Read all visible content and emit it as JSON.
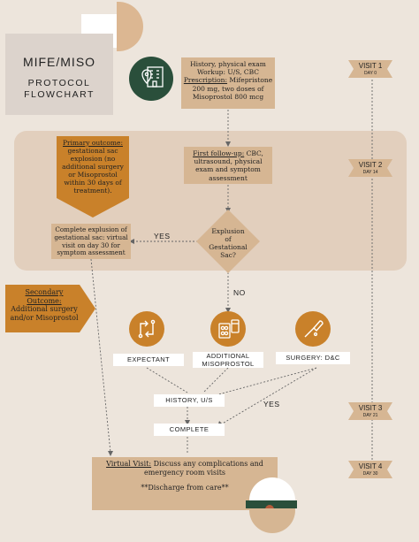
{
  "title": {
    "line1": "MIFE/MISO",
    "line2": "PROTOCOL",
    "line3": "FLOWCHART"
  },
  "visits": [
    {
      "label": "VISIT 1",
      "day": "DAY 0"
    },
    {
      "label": "VISIT 2",
      "day": "DAY 14"
    },
    {
      "label": "VISIT 3",
      "day": "DAY 21"
    },
    {
      "label": "VISIT 4",
      "day": "DAY 30"
    }
  ],
  "box_history": {
    "line1": "History, physical exam",
    "line2": "Workup: U/S, CBC",
    "prescription_label": "Prescription:",
    "prescription_text": " Mifepristone 200 mg, two doses of Misoprostol 800 mcg"
  },
  "box_followup": {
    "label": "First follow-up:",
    "text": " CBC, ultrasound, physical exam and symptom assessment"
  },
  "primary_outcome": {
    "label": "Primary outcome:",
    "text": "gestational sac explosion (no additional surgery or Misoprostol within 30 days of treatment)."
  },
  "secondary_outcome": {
    "label": "Secondary Outcome:",
    "text": "Additional surgery and/or Misoprostol"
  },
  "box_complete_explusion": {
    "text": "Complete explusion of gestational sac: virtual visit on day 30 for symptom assessment"
  },
  "diamond": {
    "text": "Explusion of Gestational Sac?"
  },
  "labels": {
    "yes1": "YES",
    "no": "NO",
    "yes2": "YES"
  },
  "options": {
    "expectant": "EXPECTANT",
    "additional": "ADDITIONAL MISOPROSTOL",
    "surgery": "SURGERY: D&C"
  },
  "box_history_us": "HISTORY, U/S",
  "box_complete": "COMPLETE",
  "virtual_visit": {
    "label": "Virtual Visit:",
    "text": " Discuss any complications and emergency room visits",
    "discharge": "**Discharge from care**"
  },
  "icons": [
    "hospital-location-icon",
    "cycle-arrows-icon",
    "pill-pack-icon",
    "scalpel-icon"
  ],
  "colors": {
    "background": "#ede5dc",
    "band": "#e3d1bf",
    "box": "#d6b693",
    "orange": "#c9812a",
    "green": "#2a4f3b",
    "white_box": "#ffffff"
  }
}
